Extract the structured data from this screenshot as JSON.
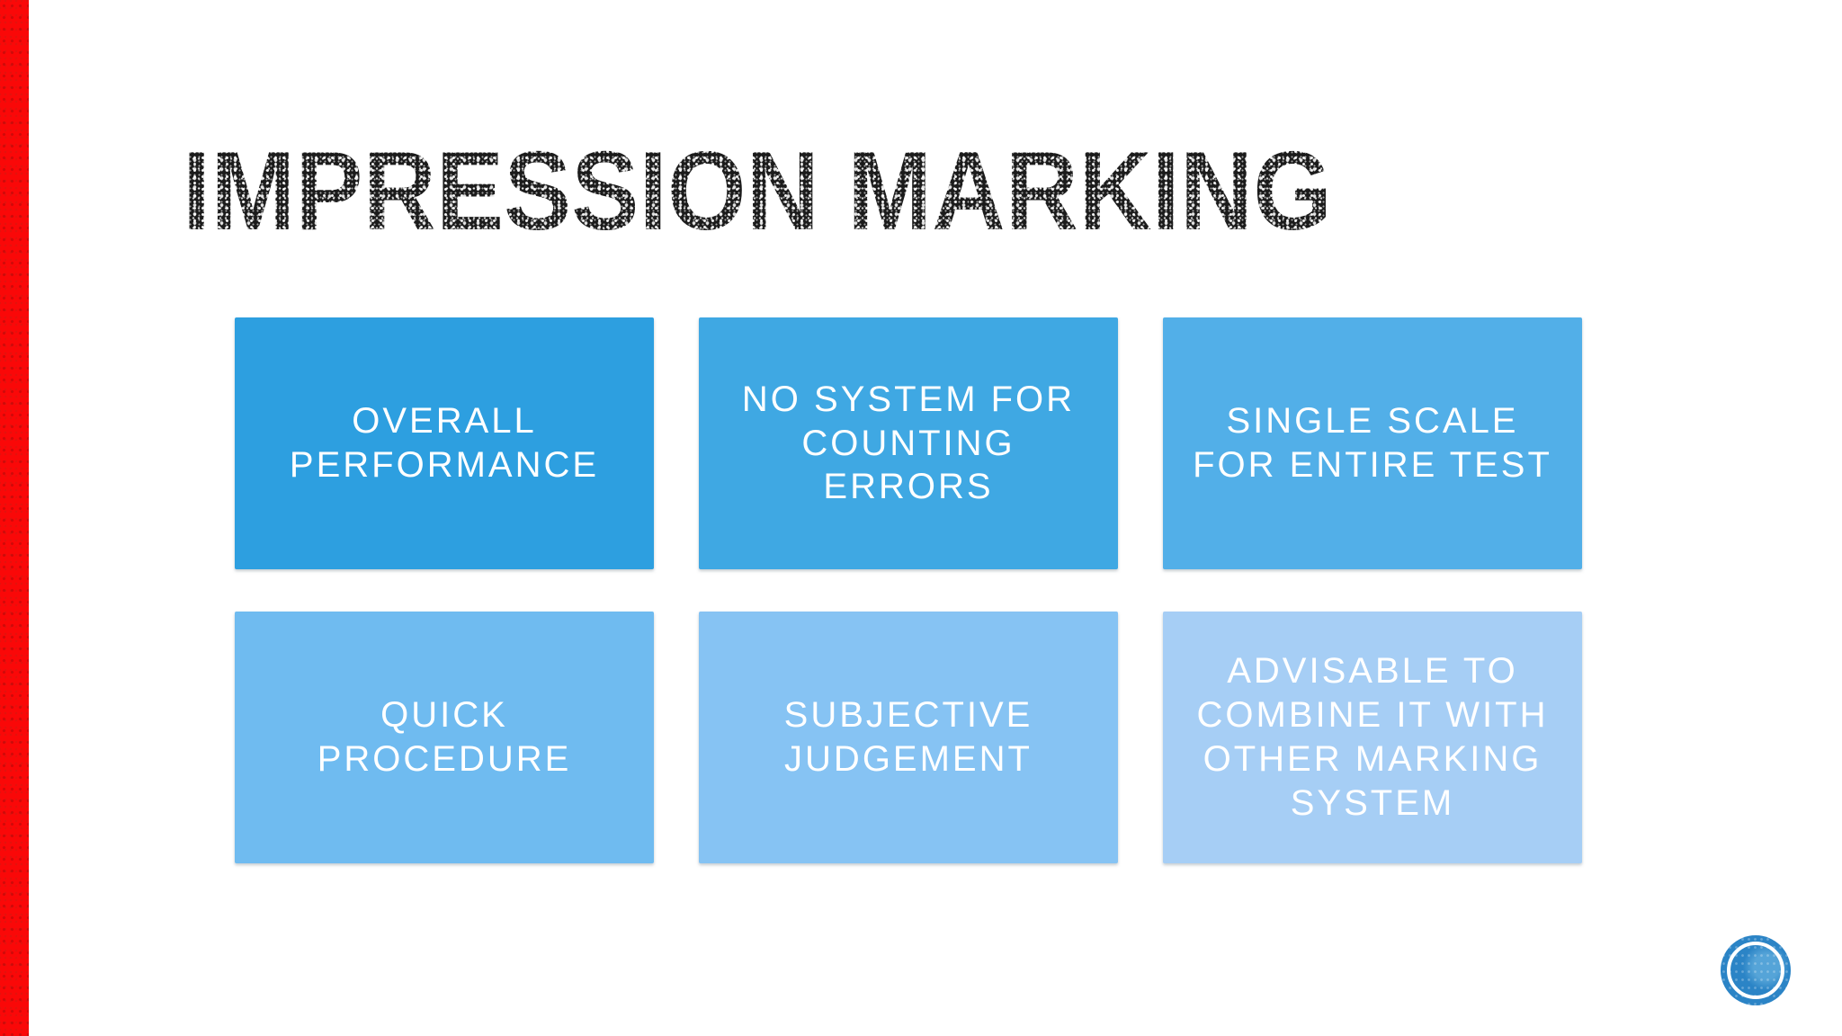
{
  "slide": {
    "title": "IMPRESSION MARKING",
    "title_color": "#1b1b1b",
    "background": "#ffffff",
    "accent_bar_color": "#fa0808",
    "card_text_color": "#ffffff",
    "cards": [
      {
        "text": "OVERALL\nPERFORMANCE",
        "color": "#2d9fe0"
      },
      {
        "text": "NO SYSTEM FOR\nCOUNTING\nERRORS",
        "color": "#3fa8e3"
      },
      {
        "text": "SINGLE SCALE\nFOR ENTIRE TEST",
        "color": "#52afe8"
      },
      {
        "text": "QUICK\nPROCEDURE",
        "color": "#6fbbf0"
      },
      {
        "text": "SUBJECTIVE\nJUDGEMENT",
        "color": "#86c3f3"
      },
      {
        "text": "ADVISABLE TO\nCOMBINE IT WITH\nOTHER MARKING\nSYSTEM",
        "color": "#a6cef5"
      }
    ],
    "badge": {
      "color": "#2b84c6"
    }
  }
}
